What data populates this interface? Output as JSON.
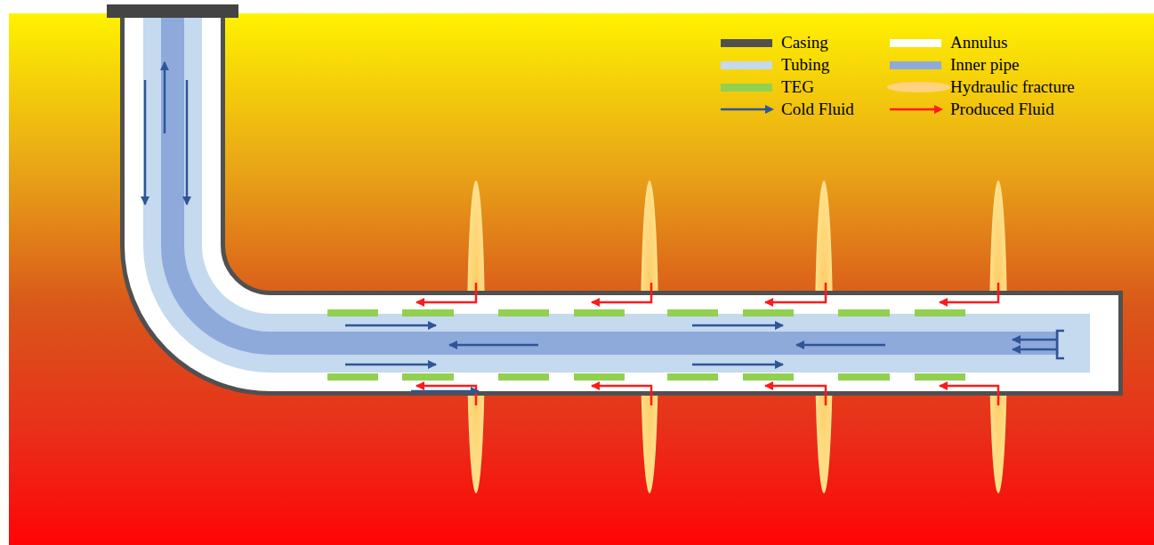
{
  "diagram": {
    "legend": [
      {
        "text": "Casing",
        "color": "#505050"
      },
      {
        "text": "Annulus",
        "color": "#ffffff"
      },
      {
        "text": "Tubing",
        "color": "#c5d9ef"
      },
      {
        "text": "Inner pipe",
        "color": "#8eaadb"
      },
      {
        "text": "TEG",
        "color": "#92d050"
      },
      {
        "text": "Hydraulic fracture",
        "color": "#ffd27f"
      },
      {
        "text": "Cold Fluid"
      },
      {
        "text": "Produced Fluid"
      }
    ]
  }
}
